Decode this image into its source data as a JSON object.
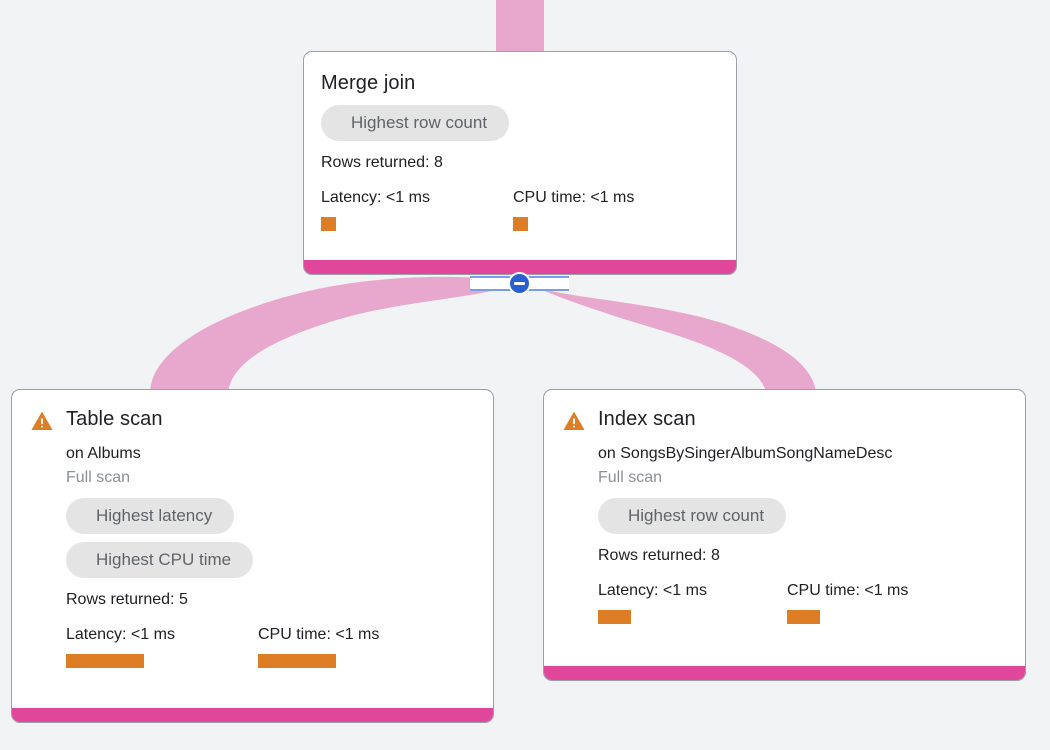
{
  "theme": {
    "page_background": "#f1f3f4",
    "card_background": "#ffffff",
    "card_border": "#9aa0a6",
    "footer_bar_color": "#e0469a",
    "edge_ribbon_color": "#e8a8cd",
    "metric_bar_color": "#dd7d26",
    "warning_icon_color": "#dd7d26",
    "chip_background": "#e4e4e4",
    "chip_text": "#5f6368",
    "toggle_circle_color": "#2a5fd0",
    "toggle_rail_color": "#7b9de8",
    "muted_text": "#8b9096",
    "primary_text": "#202124"
  },
  "nodes": {
    "merge_join": {
      "title": "Merge join",
      "has_warning": false,
      "chips": [
        "Highest row count"
      ],
      "rows_returned": "Rows returned: 8",
      "metrics": [
        {
          "label": "Latency: <1 ms",
          "name": "latency"
        },
        {
          "label": "CPU time: <1 ms",
          "name": "cpu-time"
        }
      ]
    },
    "table_scan": {
      "title": "Table scan",
      "has_warning": true,
      "warning_icon": "warning-triangle-icon",
      "subtitle": "on Albums",
      "scan_type": "Full scan",
      "chips": [
        "Highest latency",
        "Highest CPU time"
      ],
      "rows_returned": "Rows returned: 5",
      "metrics": [
        {
          "label": "Latency: <1 ms",
          "name": "latency"
        },
        {
          "label": "CPU time: <1 ms",
          "name": "cpu-time"
        }
      ]
    },
    "index_scan": {
      "title": "Index scan",
      "has_warning": true,
      "warning_icon": "warning-triangle-icon",
      "subtitle": "on SongsBySingerAlbumSongNameDesc",
      "scan_type": "Full scan",
      "chips": [
        "Highest row count"
      ],
      "rows_returned": "Rows returned: 8",
      "metrics": [
        {
          "label": "Latency: <1 ms",
          "name": "latency"
        },
        {
          "label": "CPU time: <1 ms",
          "name": "cpu-time"
        }
      ]
    }
  },
  "collapse_toggle": {
    "icon": "minus-circle-icon",
    "state": "expanded"
  }
}
